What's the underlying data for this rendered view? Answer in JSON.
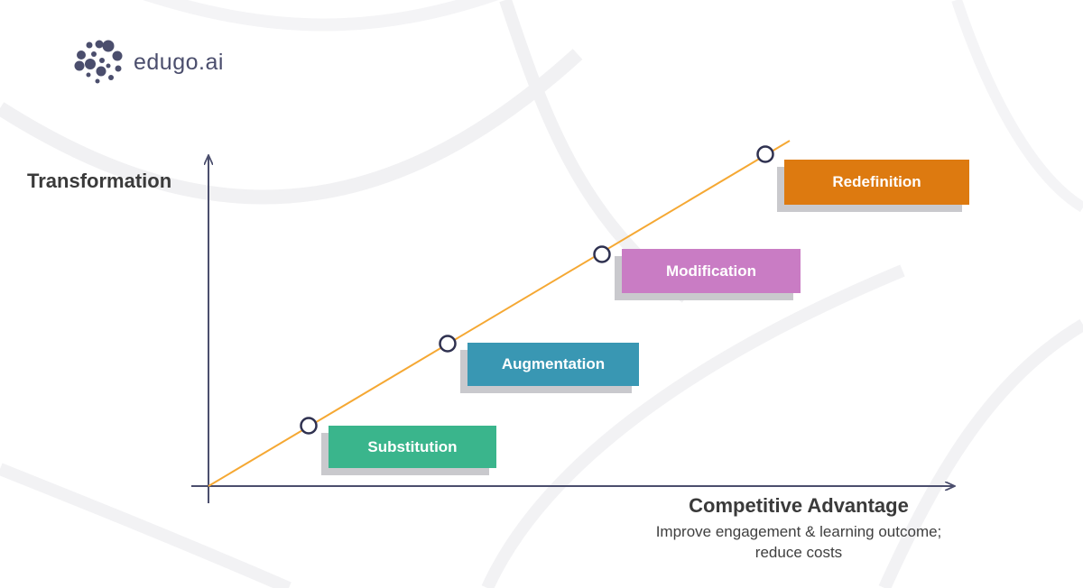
{
  "brand": {
    "name": "edugo.ai",
    "logo_color": "#4b4e6d"
  },
  "axes": {
    "y_title": "Transformation",
    "x_title": "Competitive Advantage",
    "x_subtitle_line1": "Improve engagement & learning outcome;",
    "x_subtitle_line2": "reduce costs",
    "axis_color": "#4b4e6d",
    "trend_color": "#f5a833"
  },
  "stages": [
    {
      "label": "Substitution",
      "color": "#3ab58c"
    },
    {
      "label": "Augmentation",
      "color": "#3997b3"
    },
    {
      "label": "Modification",
      "color": "#c97cc4"
    },
    {
      "label": "Redefinition",
      "color": "#dd7a10"
    }
  ]
}
